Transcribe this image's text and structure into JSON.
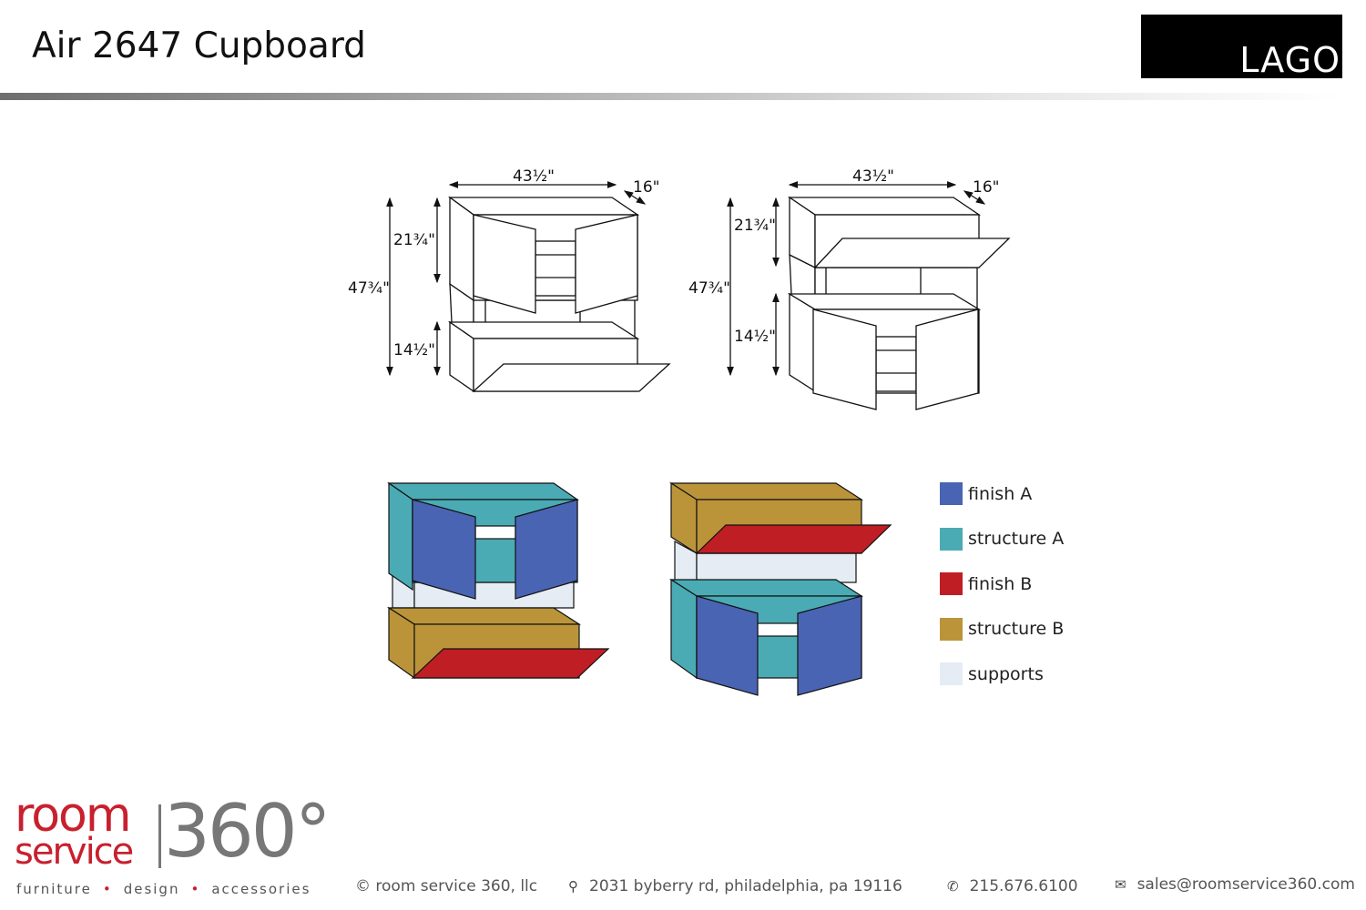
{
  "header": {
    "title": "Air 2647 Cupboard",
    "brand": "LAGO"
  },
  "dimensions": {
    "width": "43½\"",
    "depth": "16\"",
    "upper_height": "21¾\"",
    "total_height": "47¾\"",
    "lower_height": "14½\""
  },
  "legend": [
    {
      "label": "finish A",
      "color": "#4a64b4"
    },
    {
      "label": "structure A",
      "color": "#4aabb5"
    },
    {
      "label": "finish B",
      "color": "#be1e24"
    },
    {
      "label": "structure B",
      "color": "#bb943a"
    },
    {
      "label": "supports",
      "color": "#e5ecf3"
    }
  ],
  "footer": {
    "logo_room": "room",
    "logo_service": "service",
    "logo_360": "360°",
    "tagline": [
      "furniture",
      "design",
      "accessories"
    ],
    "copyright": "© room service 360, llc",
    "address": "2031 byberry rd, philadelphia, pa 19116",
    "phone": "215.676.6100",
    "email": "sales@roomservice360.com"
  }
}
